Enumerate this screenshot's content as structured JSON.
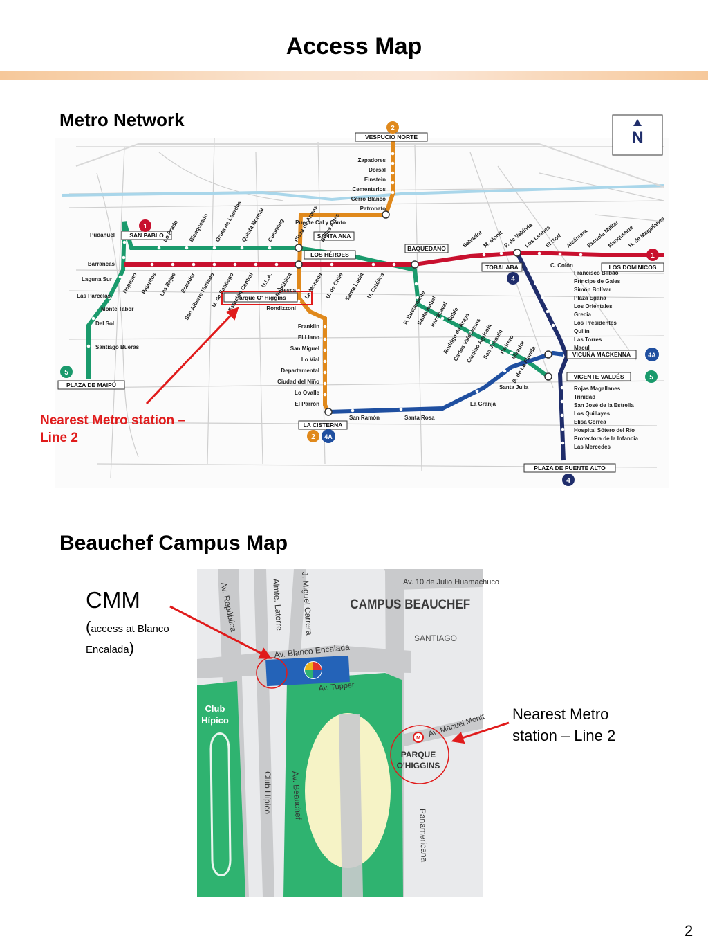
{
  "page": {
    "title": "Access Map",
    "page_number": "2"
  },
  "metro": {
    "section_title": "Metro Network",
    "annotation_line1": "Nearest Metro station –",
    "annotation_line2": "Line 2",
    "colors": {
      "line1": "#c8102e",
      "line2": "#e0891c",
      "line4": "#1f2d6b",
      "line4a": "#1f4fa0",
      "line5": "#1a9a6c",
      "highlight": "#e01b1b"
    },
    "termini": {
      "vespucio_norte": "VESPUCIO NORTE",
      "san_pablo": "SAN PABLO",
      "los_heroes": "LOS HÉROES",
      "santa_ana": "SANTA ANA",
      "baquedano": "BAQUEDANO",
      "tobalaba": "TOBALABA",
      "los_dominicos": "LOS DOMINICOS",
      "vicuna_mackenna": "VICUÑA MACKENNA",
      "vicente_valdes": "VICENTE VALDÉS",
      "plaza_de_maipu": "PLAZA DE MAIPÚ",
      "la_cisterna": "LA CISTERNA",
      "plaza_de_puente_alto": "PLAZA DE PUENTE ALTO",
      "parque_ohiggins": "Parque O' Higgins"
    },
    "line_badges": {
      "l1": "1",
      "l2_top": "2",
      "l2_bottom": "2",
      "l4": "4",
      "l4_bottom": "4",
      "l4a": "4A",
      "l4a_bottom": "4A",
      "l5": "5",
      "l5_left": "5"
    },
    "compass": "N",
    "line2_north": [
      "Zapadores",
      "Dorsal",
      "Einstein",
      "Cementerios",
      "Cerro Blanco",
      "Patronato",
      "Puente Cal y Canto"
    ],
    "line2_south": [
      "Toesca",
      "Rondizzoni",
      "Franklin",
      "El Llano",
      "San Miguel",
      "Lo Vial",
      "Departamental",
      "Ciudad del Niño",
      "Lo Ovalle",
      "El Parrón"
    ],
    "line4_stations": [
      "Francisco Bilbao",
      "Príncipe de Gales",
      "Simón Bolívar",
      "Plaza Egaña",
      "Los Orientales",
      "Grecia",
      "Los Presidentes",
      "Quilín",
      "Las Torres",
      "Macul"
    ],
    "line4_south": [
      "Rojas Magallanes",
      "Trinidad",
      "San José de la Estrella",
      "Los Quillayes",
      "Elisa Correa",
      "Hospital Sótero del Río",
      "Protectora de la Infancia",
      "Las Mercedes"
    ],
    "line5_west": [
      "Pudahuel",
      "Barrancas",
      "Laguna Sur",
      "Las Parcelas",
      "Monte Tabor",
      "Del Sol",
      "Santiago Bueras"
    ],
    "line4a_stations": [
      "San Ramón",
      "Santa Rosa",
      "La Granja",
      "Santa Julia"
    ],
    "line1_west": [
      "Neptuno",
      "Pajaritos",
      "Las Rejas",
      "Ecuador",
      "San Alberto Hurtado",
      "U. de Santiago",
      "Estación Central",
      "U.L.A.",
      "República"
    ],
    "line1_center": [
      "La Moneda",
      "U. de Chile",
      "Santa Lucía",
      "U. Católica"
    ],
    "line1_east": [
      "Salvador",
      "M. Montt",
      "P. de Valdivia",
      "Los Leones",
      "El Golf",
      "Alcántara",
      "Escuela Militar",
      "Manquehue",
      "H. de Magallanes"
    ],
    "line5_north": [
      "Lo Prado",
      "Blanqueado",
      "Gruta de Lourdes",
      "Quinta Normal",
      "Cumming",
      "Plaza de Armas",
      "Bellas Artes"
    ],
    "line5_south": [
      "P. Bustamante",
      "Santa Isabel",
      "Irarrázaval",
      "Ñuble",
      "Rodrigo de Araya",
      "Carlos Valdovinos",
      "Camino Agrícola",
      "San Joaquín",
      "Pedrero",
      "Mirador",
      "B. de La Florida"
    ],
    "other": {
      "c_colon": "C. Colón"
    }
  },
  "campus": {
    "section_title": "Beauchef Campus Map",
    "map_title": "CAMPUS BEAUCHEF",
    "city_label": "SANTIAGO",
    "cmm_label": "CMM",
    "cmm_paren_open": "(",
    "cmm_sub": "access at Blanco Encalada",
    "cmm_paren_close": ")",
    "annotation_line1": "Nearest Metro",
    "annotation_line2": "station – Line 2",
    "station_line1": "PARQUE",
    "station_line2": "O'HIGGINS",
    "club_hipico_line1": "Club",
    "club_hipico_line2": "Hípico",
    "streets": {
      "av_10_julio": "Av. 10 de Julio Huamachuco",
      "av_republica": "Av. República",
      "almte_latorre": "Almte. Latorre",
      "j_miguel_carrera": "J. Miguel Carrera",
      "av_blanco_encalada": "Av. Blanco Encalada",
      "av_tupper": "Av. Tupper",
      "av_manuel_montt": "Av. Manuel Montt",
      "club_hipico": "Club Hípico",
      "av_beauchef": "Av. Beauchef",
      "panamericana": "Panamericana"
    },
    "colors": {
      "park": "#2fb370",
      "building": "#2463b8",
      "road": "#c9cacc",
      "ellipse": "#f6f3c6",
      "highlight": "#e01b1b"
    }
  }
}
